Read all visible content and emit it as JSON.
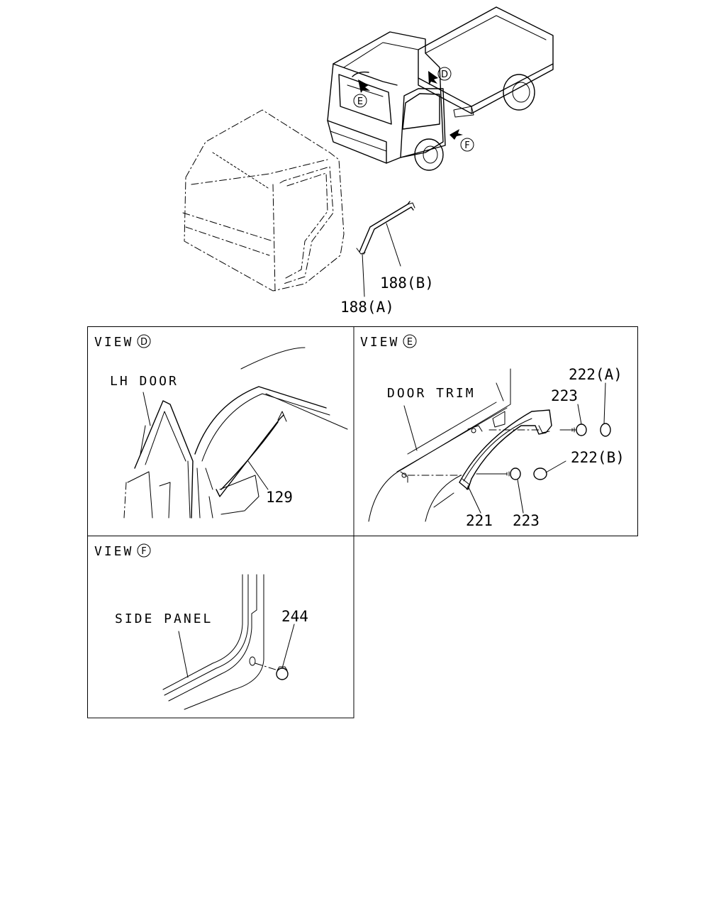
{
  "callouts": {
    "p188a": "188(A)",
    "p188b": "188(B)",
    "p129": "129",
    "p221": "221",
    "p222a": "222(A)",
    "p222b": "222(B)",
    "p223_top": "223",
    "p223_bottom": "223",
    "p244": "244"
  },
  "markers": {
    "d": "D",
    "e": "E",
    "f": "F"
  },
  "views": {
    "d": {
      "title": "VIEW",
      "letter": "D",
      "label": "LH DOOR"
    },
    "e": {
      "title": "VIEW",
      "letter": "E",
      "label": "DOOR TRIM"
    },
    "f": {
      "title": "VIEW",
      "letter": "F",
      "label": "SIDE PANEL"
    }
  }
}
